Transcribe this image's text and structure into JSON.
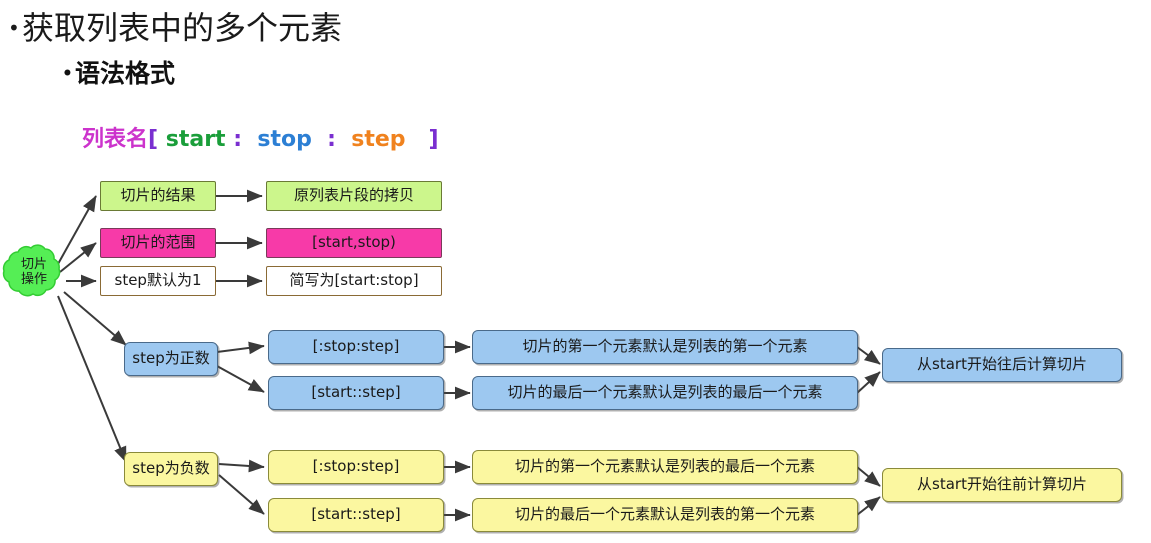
{
  "slide": {
    "bullet_level1": "获取列表中的多个元素",
    "bullet_level2": "语法格式",
    "bullet_glyph": "•"
  },
  "syntax": {
    "list_name": "列表名",
    "bracket_open": "[",
    "start": " start",
    "colon1": " : ",
    "stop": " stop ",
    "colon2": " : ",
    "step": " step ",
    "bracket_close": "  ]",
    "colors": {
      "list_name": "#cc33cc",
      "bracket": "#7a2fd0",
      "start": "#1a9e3a",
      "colon": "#7a2fd0",
      "stop": "#2c7fd4",
      "step": "#f0821e"
    }
  },
  "diagram": {
    "root": {
      "label": "切片\n操作",
      "fill": "#55ee55",
      "stroke": "#33cc33"
    },
    "branches": [
      {
        "id": "result",
        "source_label": "切片的结果",
        "target_label": "原列表片段的拷贝",
        "fill": "#ccf68c",
        "stroke": "#6a7a35"
      },
      {
        "id": "range",
        "source_label": "切片的范围",
        "target_label": "[start,stop)",
        "fill": "#f73aa8",
        "stroke": "#6a4a35"
      },
      {
        "id": "step-default",
        "source_label": "step默认为1",
        "target_label": "简写为[start:stop]",
        "fill": "#f5a council",
        "stroke": "#6a5a35"
      }
    ],
    "positive": {
      "label": "step为正数",
      "fill": "#9dc8f0",
      "stroke": "#4a6a8a",
      "rows": [
        {
          "slice": "[:stop:step]",
          "desc": "切片的第一个元素默认是列表的第一个元素"
        },
        {
          "slice": "[start::step]",
          "desc": "切片的最后一个元素默认是列表的最后一个元素"
        }
      ],
      "result": "从start开始往后计算切片"
    },
    "negative": {
      "label": "step为负数",
      "fill": "#fbf7a0",
      "stroke": "#8a8a3a",
      "rows": [
        {
          "slice": "[:stop:step]",
          "desc": "切片的第一个元素默认是列表的最后一个元素"
        },
        {
          "slice": "[start::step]",
          "desc": "切片的最后一个元素默认是列表的第一个元素"
        }
      ],
      "result": "从start开始往前计算切片"
    }
  }
}
